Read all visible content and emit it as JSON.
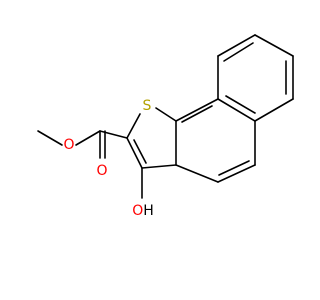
{
  "molecule": {
    "atom_labels": {
      "sulfur": "S",
      "carbonyl_oxygen": "O",
      "ester_oxygen": "O",
      "hydroxyl": "OH"
    },
    "colors": {
      "background": "#ffffff",
      "bond": "#000000",
      "sulfur": "#b3a100",
      "oxygen": "#ff0000",
      "hydroxyl_h": "#000000"
    }
  }
}
